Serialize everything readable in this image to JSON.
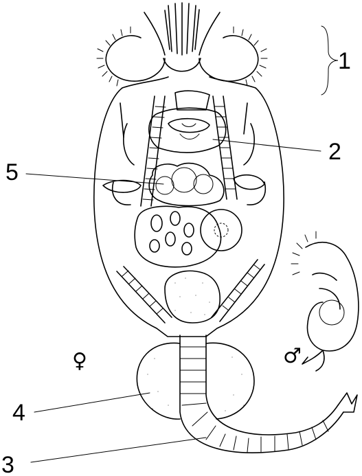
{
  "labels": {
    "l1": "1",
    "l2": "2",
    "l3": "3",
    "l4": "4",
    "l5": "5"
  },
  "symbols": {
    "female": "♀",
    "male": "♂"
  }
}
